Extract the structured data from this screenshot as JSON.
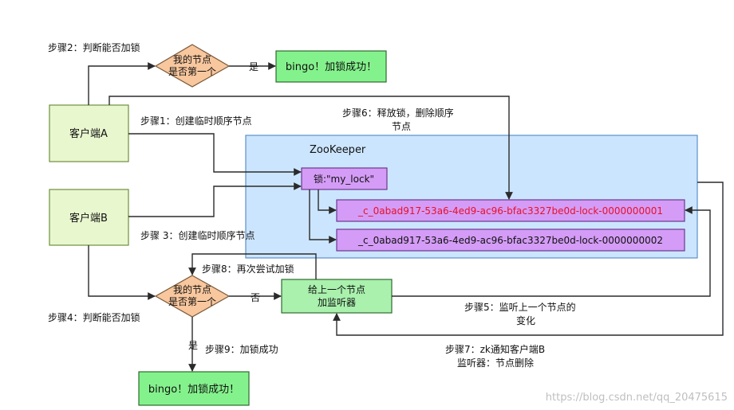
{
  "colors": {
    "client": "#e9f7cf",
    "client_border": "#6e8f3c",
    "success": "#84f28c",
    "success_border": "#2f6a2f",
    "diamond": "#f8c79e",
    "diamond_border": "#7a5a3a",
    "zk_panel": "#cce5ff",
    "zk_border": "#5b8fc7",
    "lock_node": "#d49cf6",
    "lock_border": "#6a3a8c",
    "listener": "#a9f1ad"
  },
  "diagram": {
    "client_a": "客户端A",
    "client_b": "客户端B",
    "zookeeper_title": "ZooKeeper",
    "lock_root": "锁:\"my_lock\"",
    "seq_node_1": "_c_0abad917-53a6-4ed9-ac96-bfac3327be0d-lock-0000000001",
    "seq_node_2": "_c_0abad917-53a6-4ed9-ac96-bfac3327be0d-lock-0000000002",
    "decision_top_line1": "我的节点",
    "decision_top_line2": "是否第一个",
    "decision_bottom_line1": "我的节点",
    "decision_bottom_line2": "是否第一个",
    "success_top": "bingo！加锁成功！",
    "success_bottom": "bingo！加锁成功！",
    "listener_line1": "给上一个节点",
    "listener_line2": "加监听器",
    "step1": "步骤1：创建临时顺序节点",
    "step2": "步骤2：判断能否加锁",
    "step3": "步骤 3：创建临时顺序节点",
    "step4": "步骤4：判断能否加锁",
    "step5_line1": "步骤5：监听上一个节点的",
    "step5_line2": "变化",
    "step6_line1": "步骤6：释放锁，删除顺序",
    "step6_line2": "节点",
    "step7_line1": "步骤7：zk通知客户端B",
    "step7_line2": "监听器：节点删除",
    "step8": "步骤8：再次尝试加锁",
    "step9": "步骤9：加锁成功",
    "yes_top": "是",
    "yes_bottom": "是",
    "no_label": "否"
  },
  "watermark": "https://blog.csdn.net/qq_20475615"
}
